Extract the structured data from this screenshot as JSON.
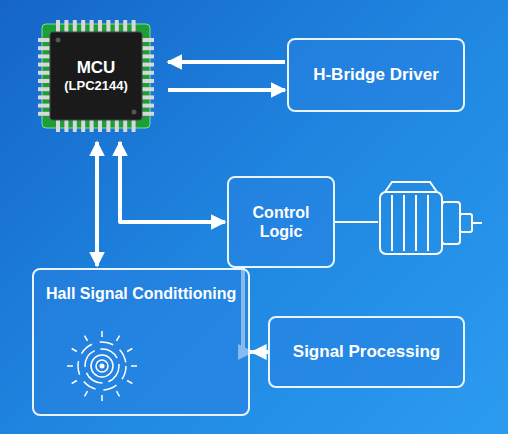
{
  "diagram": {
    "nodes": [
      {
        "text": [
          "MCU",
          "(LPC2144)"
        ]
      },
      {
        "text": [
          "H-Bridge Driver"
        ]
      },
      {
        "text": [
          "Control Logic"
        ]
      },
      {
        "text": [
          "Hall Signal Condittioning"
        ]
      },
      {
        "text": [
          "Signal Processing"
        ]
      }
    ],
    "edges": [
      {
        "from": 1,
        "to": 0,
        "arrow": "to"
      },
      {
        "from": 0,
        "to": 1,
        "arrow": "to"
      },
      {
        "from": 0,
        "to": 3,
        "arrow": "both"
      },
      {
        "from": 0,
        "to": 2,
        "arrow": "both"
      },
      {
        "from": 2,
        "to": 3,
        "arrow": "to"
      },
      {
        "from": 4,
        "to": 3,
        "arrow": "to"
      }
    ]
  }
}
